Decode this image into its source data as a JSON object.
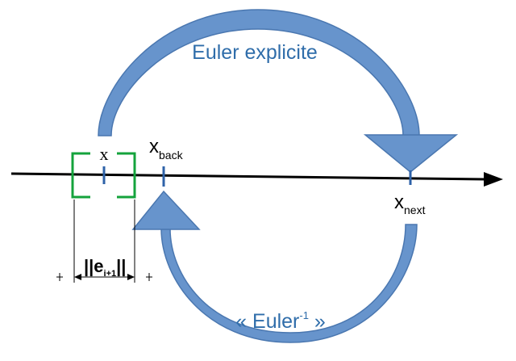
{
  "colors": {
    "arrow_fill": "#6794cc",
    "arrow_stroke": "#4a77b0",
    "label_blue": "#2f6daa",
    "bracket_green": "#14a33c",
    "tick_blue": "#2e62a8",
    "axis": "#000000"
  },
  "labels": {
    "euler_explicit": "Euler explicite",
    "euler_inverse_open": "« Euler",
    "euler_inverse_exp": "-1",
    "euler_inverse_close": " »",
    "x": "x",
    "x_back_base": "x",
    "x_back_sub": "back",
    "x_next_base": "x",
    "x_next_sub": "next",
    "error_open": "||e",
    "error_sub": "i+1",
    "error_close": "||"
  },
  "icons": {
    "top_arrow": "curved-arrow-clockwise",
    "bottom_arrow": "curved-arrow-counterclockwise",
    "axis_head": "arrowhead-right"
  }
}
